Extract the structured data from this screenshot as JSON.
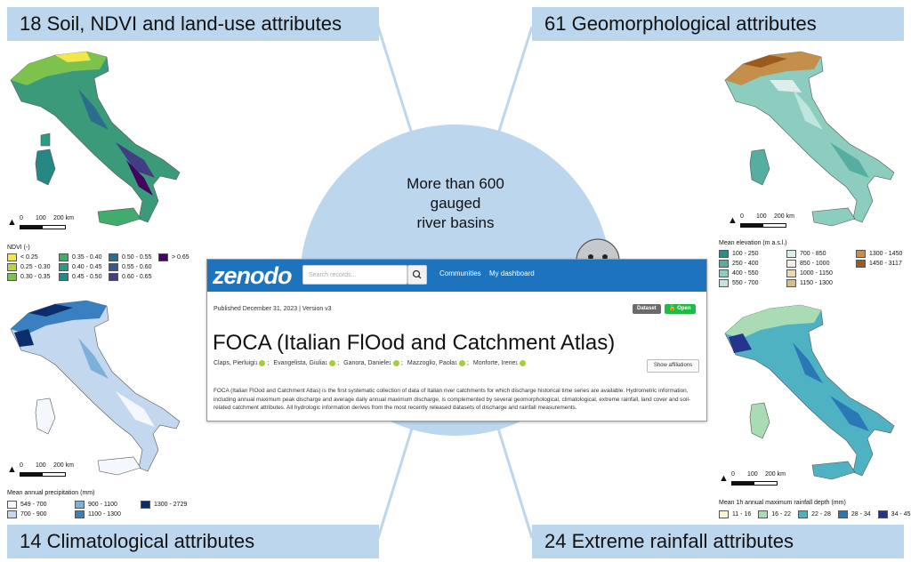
{
  "panels": {
    "top_left": "18 Soil, NDVI and land-use attributes",
    "top_right": "61 Geomorphological attributes",
    "bottom_left": "14 Climatological attributes",
    "bottom_right": "24 Extreme rainfall attributes"
  },
  "center": {
    "line1": "More than 600",
    "line2": "gauged",
    "line3": "river basins"
  },
  "maps": {
    "ndvi": {
      "legend_title": "NDVI (-)",
      "items": [
        {
          "label": "< 0.25",
          "color": "#f1e64a"
        },
        {
          "label": "0.25 - 0.30",
          "color": "#b8d53e"
        },
        {
          "label": "0.30 - 0.35",
          "color": "#7cc24d"
        },
        {
          "label": "0.35 - 0.40",
          "color": "#42ab6e"
        },
        {
          "label": "0.40 - 0.45",
          "color": "#2c9a84"
        },
        {
          "label": "0.45 - 0.50",
          "color": "#268784"
        },
        {
          "label": "0.50 - 0.55",
          "color": "#2b6e8c"
        },
        {
          "label": "0.55 - 0.60",
          "color": "#35598f"
        },
        {
          "label": "0.60 - 0.65",
          "color": "#433d84"
        },
        {
          "label": "> 0.65",
          "color": "#44035e"
        }
      ],
      "scale": {
        "zero": "0",
        "mid": "100",
        "end": "200 km"
      }
    },
    "precip": {
      "legend_title": "Mean annual precipitation (mm)",
      "items": [
        {
          "label": "549 - 700",
          "color": "#f4f7fb"
        },
        {
          "label": "700 - 900",
          "color": "#c3d8ee"
        },
        {
          "label": "900 - 1100",
          "color": "#7eb0da"
        },
        {
          "label": "1100 - 1300",
          "color": "#3a7fc0"
        },
        {
          "label": "1300 - 2729",
          "color": "#0c2d6b"
        }
      ],
      "scale": {
        "zero": "0",
        "mid": "100",
        "end": "200 km"
      }
    },
    "elevation": {
      "legend_title": "Mean elevation (m a.s.l.)",
      "items": [
        {
          "label": "100 - 250",
          "color": "#2a8f86"
        },
        {
          "label": "250 - 400",
          "color": "#55ae9f"
        },
        {
          "label": "400 - 550",
          "color": "#8ccdc0"
        },
        {
          "label": "550 - 700",
          "color": "#bfe6dd"
        },
        {
          "label": "700 - 850",
          "color": "#dcefeb"
        },
        {
          "label": "850 - 1000",
          "color": "#f2f0e2"
        },
        {
          "label": "1000 - 1150",
          "color": "#ead9b0"
        },
        {
          "label": "1150 - 1300",
          "color": "#dcbd80"
        },
        {
          "label": "1300 - 1450",
          "color": "#c48e4b"
        },
        {
          "label": "1450 - 3117",
          "color": "#9c5a1e"
        }
      ],
      "scale": {
        "zero": "0",
        "mid": "100",
        "end": "200 km"
      }
    },
    "rainfall": {
      "legend_title": "Mean 1h annual maximum rainfall depth (mm)",
      "items": [
        {
          "label": "11 - 16",
          "color": "#fbf7cf"
        },
        {
          "label": "16 - 22",
          "color": "#a9dcb4"
        },
        {
          "label": "22 - 28",
          "color": "#4fb2c3"
        },
        {
          "label": "28 - 34",
          "color": "#2b78b6"
        },
        {
          "label": "34 - 45",
          "color": "#24348f"
        }
      ],
      "scale": {
        "zero": "0",
        "mid": "100",
        "end": "200 km"
      }
    }
  },
  "zenodo": {
    "logo": "zenodo",
    "search_placeholder": "Search records...",
    "nav": [
      "Communities",
      "My dashboard"
    ],
    "published": "Published December 31, 2023 | Version v3",
    "badge_dataset": "Dataset",
    "badge_open": "Open",
    "title": "FOCA (Italian FlOod and Catchment Atlas)",
    "authors": [
      {
        "name": "Claps, Pierluigi",
        "sup": "1",
        "sep": ";"
      },
      {
        "name": "Evangelista, Giulia",
        "sup": "1",
        "sep": ";"
      },
      {
        "name": "Ganora, Daniele",
        "sup": "1",
        "sep": ";"
      },
      {
        "name": "Mazzoglio, Paola",
        "sup": "1",
        "sep": ";"
      },
      {
        "name": "Monforte, Irene",
        "sup": "1",
        "sep": ""
      }
    ],
    "show_affiliations": "Show affiliations",
    "description": "FOCA (Italian FlOod and Catchment Atlas) is the first systematic collection of data of Italian river catchments for which discharge historical time series are available. Hydrometric information, including annual maximum peak discharge and average daily annual maximum discharge, is complemented by several geomorphological, climatological, extreme rainfall, land cover and soil-related catchment attributes. All hydrologic information derives from the most recently released datasets of discharge and rainfall measurements."
  }
}
